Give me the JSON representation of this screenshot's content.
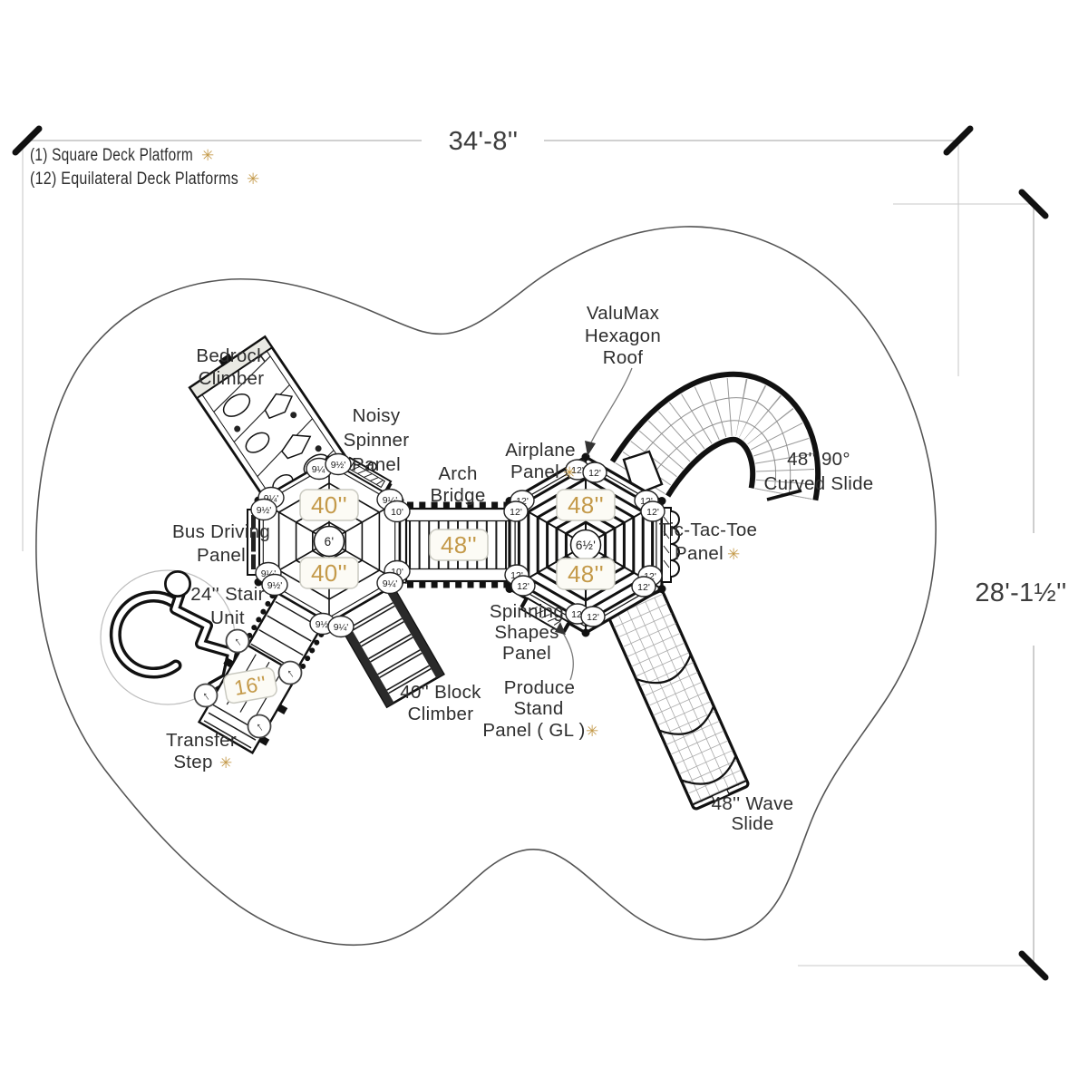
{
  "notes": {
    "line1": "(1) Square Deck Platform",
    "line2": "(12) Equilateral Deck Platforms",
    "asterisk": "✳"
  },
  "dimensions": {
    "width": "34'-8''",
    "height": "28'-1½''"
  },
  "equipment_labels": {
    "bedrock_climber": {
      "lines": [
        "Bedrock",
        "Climber"
      ]
    },
    "noisy_spinner_panel": {
      "lines": [
        "Noisy",
        "Spinner",
        "Panel"
      ]
    },
    "arch_bridge": {
      "lines": [
        "Arch",
        "Bridge"
      ]
    },
    "airplane_panel": {
      "lines": [
        "Airplane",
        "Panel"
      ],
      "starred": true
    },
    "valumax_hexagon_roof": {
      "lines": [
        "ValuMax",
        "Hexagon",
        "Roof"
      ]
    },
    "curved_slide": {
      "lines": [
        "48'' 90°",
        "Curved Slide"
      ]
    },
    "tic_tac_toe_panel": {
      "lines": [
        "Tic-Tac-Toe",
        "Panel"
      ],
      "starred": true
    },
    "bus_driving_panel": {
      "lines": [
        "Bus Driving",
        "Panel"
      ]
    },
    "stair_unit": {
      "lines": [
        "24'' Stair",
        "Unit"
      ]
    },
    "spinning_shapes_panel": {
      "lines": [
        "Spinning",
        "Shapes",
        "Panel"
      ]
    },
    "block_climber": {
      "lines": [
        "40'' Block",
        "Climber"
      ]
    },
    "produce_stand_panel": {
      "lines": [
        "Produce",
        "Stand",
        "Panel ( GL )"
      ],
      "starred": true
    },
    "transfer_step": {
      "lines": [
        "Transfer",
        "Step"
      ],
      "starred": true
    },
    "wave_slide": {
      "lines": [
        "48'' Wave",
        "Slide"
      ]
    }
  },
  "deck_heights": {
    "left_hex_top": "40''",
    "left_hex_bottom": "40''",
    "bridge": "48''",
    "right_hex_top": "48''",
    "right_hex_bottom": "48''",
    "transfer_step": "16''",
    "left_hex_center": "6'",
    "right_hex_center": "6½'"
  },
  "post_bubbles": {
    "left_hex": [
      "9¼'",
      "9½'",
      "9¼'",
      "9½'",
      "9¼'",
      "10'",
      "10'",
      "9¼'",
      "9¼'",
      "9½'",
      "9½'",
      "9¼'"
    ],
    "right_hex": [
      "12'",
      "12'",
      "12'",
      "12'",
      "12'",
      "12'",
      "12'",
      "12'",
      "12'",
      "12'",
      "12'",
      "12'"
    ]
  },
  "access_marker_glyph": "↑",
  "colors": {
    "accent": "#c49a4a",
    "linework": "#1c1c1c",
    "dimension_text": "#3c3c3c",
    "muted_line": "#bdbdbd"
  }
}
